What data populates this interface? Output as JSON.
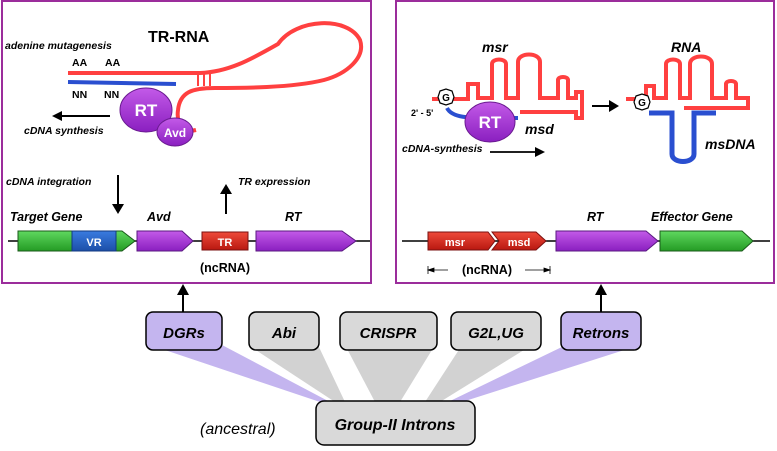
{
  "left_panel": {
    "adenine_mutagenesis": "adenine mutagenesis",
    "tr_rna": "TR-RNA",
    "aa_1": "AA",
    "aa_2": "AA",
    "nn_1": "NN",
    "nn_2": "NN",
    "rt": "RT",
    "avd": "Avd",
    "cdna_synthesis": "cDNA synthesis",
    "cdna_integration": "cDNA integration",
    "tr_expression": "TR expression",
    "target_gene": "Target Gene",
    "avd_label": "Avd",
    "rt_label": "RT",
    "vr": "VR",
    "tr": "TR",
    "ncrna": "(ncRNA)"
  },
  "right_panel": {
    "msr": "msr",
    "rna": "RNA",
    "g": "G",
    "g2": "G",
    "linkage": "2' - 5'",
    "rt": "RT",
    "msd": "msd",
    "msdna": "msDNA",
    "cdna_synthesis": "cDNA-synthesis",
    "rt_label": "RT",
    "effector_gene": "Effector Gene",
    "gene_msr": "msr",
    "gene_msd": "msd",
    "ncrna": "(ncRNA)"
  },
  "families": [
    "DGRs",
    "Abi",
    "CRISPR",
    "G2L,UG",
    "Retrons"
  ],
  "root": "Group-II Introns",
  "ancestral": "(ancestral)",
  "colors": {
    "frame": "#9b2d9b",
    "rna": "#ff4040",
    "dna": "#2a4fd0",
    "purple": "#a02ad0",
    "lavender": "#c4b5ef",
    "gray": "#cfcfcf",
    "green": "#3bb83b",
    "red_gene": "#d9261c"
  }
}
